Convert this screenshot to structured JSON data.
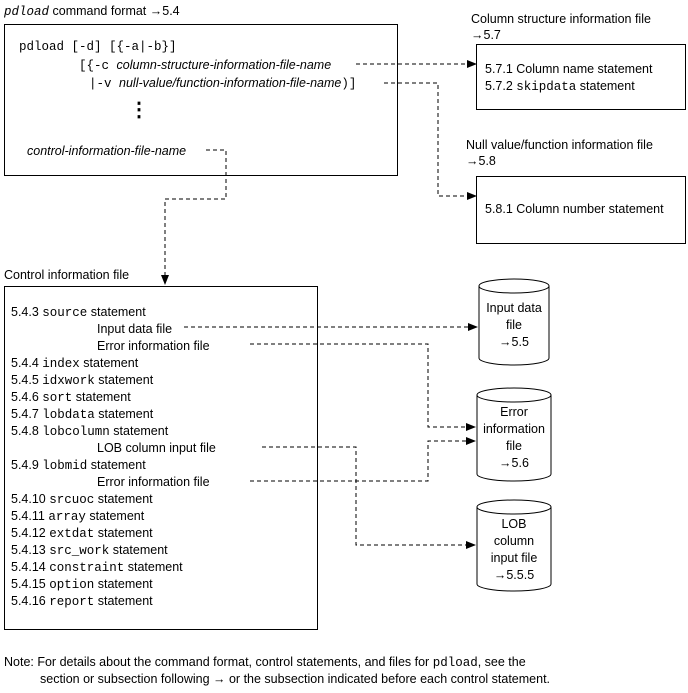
{
  "command": {
    "header_cmd": "pdload",
    "header_text": "command format →5.4",
    "line1": "pdload [-d] [{-a|-b}]",
    "line2_prefix": "[{-c ",
    "line2_italic": "column-structure-information-file-name",
    "line3_prefix": "|-v ",
    "line3_italic": "null-value/function-information-file-name",
    "line3_suffix": ")]",
    "ellipsis": "⋮",
    "control_file_name": "control-information-file-name"
  },
  "column_structure": {
    "title": "Column structure information file",
    "ref": "→5.7",
    "item1": "5.7.1 Column name statement",
    "item2_num": "5.7.2",
    "item2_kw": "skipdata",
    "item2_rest": "statement"
  },
  "null_value": {
    "title": "Null value/function information file",
    "ref": "→5.8",
    "item1": "5.8.1 Column number statement"
  },
  "control_info": {
    "title": "Control information file",
    "rows": [
      {
        "num": "5.4.3",
        "kw": "source",
        "rest": "statement"
      },
      {
        "sub": "Input data file"
      },
      {
        "sub": "Error information file"
      },
      {
        "num": "5.4.4",
        "kw": "index",
        "rest": "statement"
      },
      {
        "num": "5.4.5",
        "kw": "idxwork",
        "rest": "statement"
      },
      {
        "num": "5.4.6",
        "kw": "sort",
        "rest": "statement"
      },
      {
        "num": "5.4.7",
        "kw": "lobdata",
        "rest": "statement"
      },
      {
        "num": "5.4.8",
        "kw": "lobcolumn",
        "rest": "statement"
      },
      {
        "sub": "LOB column input file"
      },
      {
        "num": "5.4.9",
        "kw": "lobmid",
        "rest": "statement"
      },
      {
        "sub": "Error information file"
      },
      {
        "num": "5.4.10",
        "kw": "srcuoc",
        "rest": "statement"
      },
      {
        "num": "5.4.11",
        "kw": "array",
        "rest": "statement"
      },
      {
        "num": "5.4.12",
        "kw": "extdat",
        "rest": "statement"
      },
      {
        "num": "5.4.13",
        "kw": "src_work",
        "rest": "statement"
      },
      {
        "num": "5.4.14",
        "kw": "constraint",
        "rest": "statement"
      },
      {
        "num": "5.4.15",
        "kw": "option",
        "rest": "statement"
      },
      {
        "num": "5.4.16",
        "kw": "report",
        "rest": "statement"
      }
    ]
  },
  "cylinders": {
    "input": [
      "Input data",
      "file",
      "→5.5"
    ],
    "error": [
      "Error",
      "information",
      "file",
      "→5.6"
    ],
    "lob": [
      "LOB",
      "column",
      "input file",
      "→5.5.5"
    ]
  },
  "note": {
    "prefix": "Note: For details about the command format, control statements, and files for ",
    "cmd": "pdload",
    "line1_suffix": ", see the",
    "line2": "section or subsection following → or the subsection indicated before each control statement."
  }
}
